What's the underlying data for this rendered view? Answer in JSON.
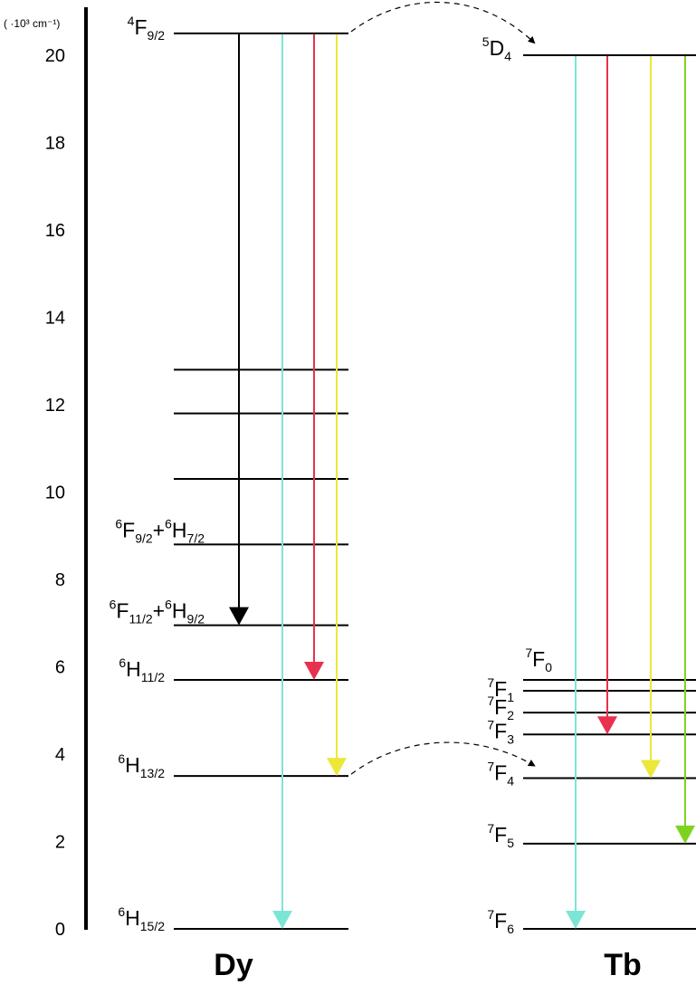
{
  "axis": {
    "unit_text": "( ·10³ cm⁻¹)",
    "ticks": [
      {
        "value": 0,
        "label": "0"
      },
      {
        "value": 2,
        "label": "2"
      },
      {
        "value": 4,
        "label": "4"
      },
      {
        "value": 6,
        "label": "6"
      },
      {
        "value": 8,
        "label": "8"
      },
      {
        "value": 10,
        "label": "10"
      },
      {
        "value": 12,
        "label": "12"
      },
      {
        "value": 14,
        "label": "14"
      },
      {
        "value": 16,
        "label": "16"
      },
      {
        "value": 18,
        "label": "18"
      },
      {
        "value": 20,
        "label": "20"
      }
    ]
  },
  "dy": {
    "name": "Dy",
    "levels": [
      {
        "id": "4F9/2",
        "energy": 20.5,
        "label": [
          {
            "t": "4",
            "s": "sup"
          },
          {
            "t": "F"
          },
          {
            "t": "9/2",
            "s": "sub"
          }
        ]
      },
      {
        "id": "dy-12.8",
        "energy": 12.8,
        "label": []
      },
      {
        "id": "dy-11.8",
        "energy": 11.8,
        "label": []
      },
      {
        "id": "dy-10.3",
        "energy": 10.3,
        "label": []
      },
      {
        "id": "6F9/2+6H7/2",
        "energy": 8.8,
        "label": [
          {
            "t": "6",
            "s": "sup"
          },
          {
            "t": "F"
          },
          {
            "t": "9/2",
            "s": "sub"
          },
          {
            "t": "+"
          },
          {
            "t": "6",
            "s": "sup"
          },
          {
            "t": "H"
          },
          {
            "t": "7/2",
            "s": "sub"
          }
        ]
      },
      {
        "id": "6F11/2+6H9/2",
        "energy": 6.95,
        "label": [
          {
            "t": "6",
            "s": "sup"
          },
          {
            "t": "F"
          },
          {
            "t": "11/2",
            "s": "sub"
          },
          {
            "t": "+"
          },
          {
            "t": "6",
            "s": "sup"
          },
          {
            "t": "H"
          },
          {
            "t": "9/2",
            "s": "sub"
          }
        ]
      },
      {
        "id": "6H11/2",
        "energy": 5.7,
        "label": [
          {
            "t": "6",
            "s": "sup"
          },
          {
            "t": "H"
          },
          {
            "t": "11/2",
            "s": "sub"
          }
        ]
      },
      {
        "id": "6H13/2",
        "energy": 3.5,
        "label": [
          {
            "t": "6",
            "s": "sup"
          },
          {
            "t": "H"
          },
          {
            "t": "13/2",
            "s": "sub"
          }
        ]
      },
      {
        "id": "6H15/2",
        "energy": 0,
        "label": [
          {
            "t": "6",
            "s": "sup"
          },
          {
            "t": "H"
          },
          {
            "t": "15/2",
            "s": "sub"
          }
        ]
      }
    ],
    "transitions": [
      {
        "to": 6.95,
        "color": "#000000"
      },
      {
        "to": 5.7,
        "color": "#e8314f"
      },
      {
        "to": 3.5,
        "color": "#ebe83a"
      },
      {
        "to": 0,
        "color": "#7de5d5"
      }
    ]
  },
  "tb": {
    "name": "Tb",
    "levels": [
      {
        "id": "5D4",
        "energy": 20.0,
        "label": [
          {
            "t": "5",
            "s": "sup"
          },
          {
            "t": "D"
          },
          {
            "t": "4",
            "s": "sub"
          }
        ]
      },
      {
        "id": "7F0",
        "energy": 5.7,
        "label": [
          {
            "t": "7",
            "s": "sup"
          },
          {
            "t": "F"
          },
          {
            "t": "0",
            "s": "sub"
          }
        ]
      },
      {
        "id": "7F1",
        "energy": 5.45,
        "label": [
          {
            "t": "7",
            "s": "sup"
          },
          {
            "t": "F"
          },
          {
            "t": "1",
            "s": "sub"
          }
        ]
      },
      {
        "id": "7F2",
        "energy": 4.95,
        "label": [
          {
            "t": "7",
            "s": "sup"
          },
          {
            "t": "F"
          },
          {
            "t": "2",
            "s": "sub"
          }
        ]
      },
      {
        "id": "7F3",
        "energy": 4.45,
        "label": [
          {
            "t": "7",
            "s": "sup"
          },
          {
            "t": "F"
          },
          {
            "t": "3",
            "s": "sub"
          }
        ]
      },
      {
        "id": "7F4",
        "energy": 3.45,
        "label": [
          {
            "t": "7",
            "s": "sup"
          },
          {
            "t": "F"
          },
          {
            "t": "4",
            "s": "sub"
          }
        ]
      },
      {
        "id": "7F5",
        "energy": 1.95,
        "label": [
          {
            "t": "7",
            "s": "sup"
          },
          {
            "t": "F"
          },
          {
            "t": "5",
            "s": "sub"
          }
        ]
      },
      {
        "id": "7F6",
        "energy": 0,
        "label": [
          {
            "t": "7",
            "s": "sup"
          },
          {
            "t": "F"
          },
          {
            "t": "6",
            "s": "sub"
          }
        ]
      }
    ],
    "transitions": [
      {
        "to": 0,
        "color": "#7de5d5"
      },
      {
        "to": 4.45,
        "color": "#e8314f"
      },
      {
        "to": 3.45,
        "color": "#ebe83a"
      },
      {
        "to": 1.95,
        "color": "#7ed321"
      }
    ]
  },
  "energy_transfers": [
    {
      "from": "4F9/2",
      "to": "5D4"
    },
    {
      "from": "6H13/2",
      "to": "7F4"
    }
  ]
}
